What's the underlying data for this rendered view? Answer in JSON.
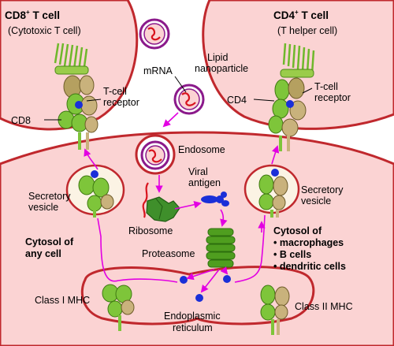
{
  "labels": {
    "cd8_title": "CD8",
    "cd8_sup": "+",
    "cd8_title_tail": " T cell",
    "cd8_sub": "(Cytotoxic T cell)",
    "cd4_title": "CD4",
    "cd4_sup": "+",
    "cd4_title_tail": " T cell",
    "cd4_sub": "(T helper cell)",
    "mrna": "mRNA",
    "lipid_1": "Lipid",
    "lipid_2": "nanoparticle",
    "tcr_left_1": "T-cell",
    "tcr_left_2": "receptor",
    "tcr_right_1": "T-cell",
    "tcr_right_2": "receptor",
    "cd8": "CD8",
    "cd4": "CD4",
    "endosome": "Endosome",
    "viral_1": "Viral",
    "viral_2": "antigen",
    "secretory_left_1": "Secretory",
    "secretory_left_2": "vesicle",
    "secretory_right_1": "Secretory",
    "secretory_right_2": "vesicle",
    "ribosome": "Ribosome",
    "cytosol_any_1": "Cytosol of",
    "cytosol_any_2": "any cell",
    "cytosol_of": "Cytosol of",
    "bullet_1": "• macrophages",
    "bullet_2": "• B cells",
    "bullet_3": "• dendritic cells",
    "proteasome": "Proteasome",
    "class1": "Class I MHC",
    "class2": "Class II MHC",
    "er_1": "Endoplasmic",
    "er_2": "reticulum"
  },
  "colors": {
    "cell_fill": "#fbd3d3",
    "membrane": "#c0282d",
    "arrow": "#e200e2",
    "mhc_green": "#7ec53a",
    "mhc_tan": "#c9b27c",
    "antigen_blue": "#1a2fd8",
    "proteasome_green": "#4f9e1f",
    "ribosome_green": "#3f8f2b"
  }
}
